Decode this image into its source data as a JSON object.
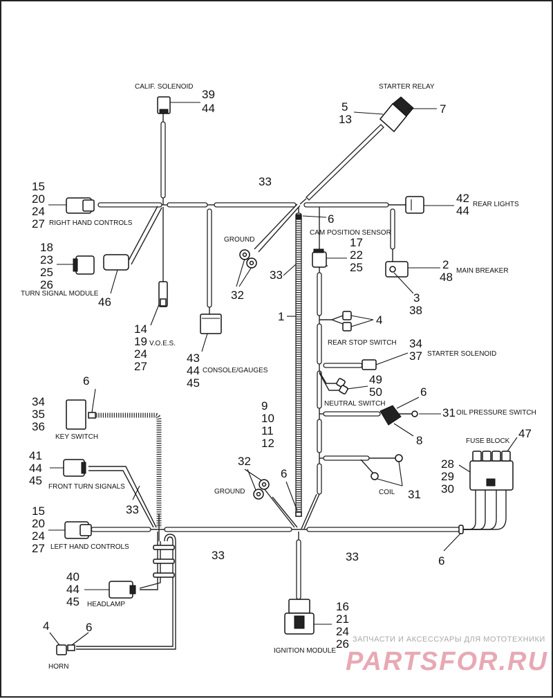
{
  "labels": {
    "calif_solenoid": "CALIF. SOLENOID",
    "starter_relay": "STARTER RELAY",
    "right_hand_controls": "RIGHT HAND CONTROLS",
    "turn_signal_module": "TURN SIGNAL MODULE",
    "voes": "V.O.E.S.",
    "console_gauges": "CONSOLE/GAUGES",
    "ground_upper": "GROUND",
    "cam_position_sensor": "CAM POSITION SENSOR",
    "rear_lights": "REAR LIGHTS",
    "main_breaker": "MAIN BREAKER",
    "rear_stop_switch": "REAR STOP SWITCH",
    "starter_solenoid": "STARTER SOLENOID",
    "neutral_switch": "NEUTRAL SWITCH",
    "oil_pressure_switch": "OIL PRESSURE SWITCH",
    "key_switch": "KEY SWITCH",
    "fuse_block": "FUSE BLOCK",
    "front_turn_signals": "FRONT TURN SIGNALS",
    "ground_lower": "GROUND",
    "coil": "COIL",
    "left_hand_controls": "LEFT HAND CONTROLS",
    "headlamp": "HEADLAMP",
    "horn": "HORN",
    "ignition_module": "IGNITION MODULE"
  },
  "callouts": {
    "calif_solenoid": [
      "39",
      "44"
    ],
    "starter_relay_left": [
      "5",
      "13"
    ],
    "starter_relay_right": "7",
    "right_hand_controls": [
      "15",
      "20",
      "24",
      "27"
    ],
    "harness_top": "33",
    "turn_signal_module_conn": [
      "18",
      "23",
      "25",
      "26"
    ],
    "turn_signal_module": "46",
    "voes": [
      "14",
      "19",
      "24",
      "27"
    ],
    "console_gauges": [
      "43",
      "44",
      "45"
    ],
    "ground_upper": "32",
    "harness_diag_upper": "33",
    "cam_grommet": "6",
    "cam_position_sensor": [
      "17",
      "22",
      "25"
    ],
    "rear_lights": [
      "42",
      "44"
    ],
    "main_breaker_right": [
      "2",
      "48"
    ],
    "main_breaker_below": [
      "3",
      "38"
    ],
    "main_wire": "1",
    "rear_stop_switch": "4",
    "starter_solenoid": [
      "34",
      "37"
    ],
    "neutral_switch": [
      "49",
      "50"
    ],
    "oil_top": "6",
    "oil_pressure_switch": "31",
    "oil_bottom": "8",
    "key_switch_grommet": "6",
    "key_switch": [
      "34",
      "35",
      "36"
    ],
    "mid_stack": [
      "9",
      "10",
      "11",
      "12"
    ],
    "fuse_block_top": "47",
    "fuse_block_left": [
      "28",
      "29",
      "30"
    ],
    "front_turn_signals": [
      "41",
      "44",
      "45"
    ],
    "ground_lower": "32",
    "lower_grommet": "6",
    "coil": "31",
    "left_hand_controls": [
      "15",
      "20",
      "24",
      "27"
    ],
    "front_harness": "33",
    "bottom_harness_left": "33",
    "bottom_harness_right": "33",
    "fuse_grommet": "6",
    "headlamp": [
      "40",
      "44",
      "45"
    ],
    "horn_left": "4",
    "horn_right": "6",
    "ignition_module": [
      "16",
      "21",
      "24",
      "26"
    ]
  },
  "watermark": {
    "tagline": "ЗАПЧАСТИ И АКСЕССУАРЫ ДЛЯ МОТОТЕХНИКИ",
    "brand": "PARTSFOR.RU"
  },
  "colors": {
    "line": "#222222",
    "watermark_text": "#a9a9a9",
    "watermark_brand": "#e7a9b4"
  }
}
